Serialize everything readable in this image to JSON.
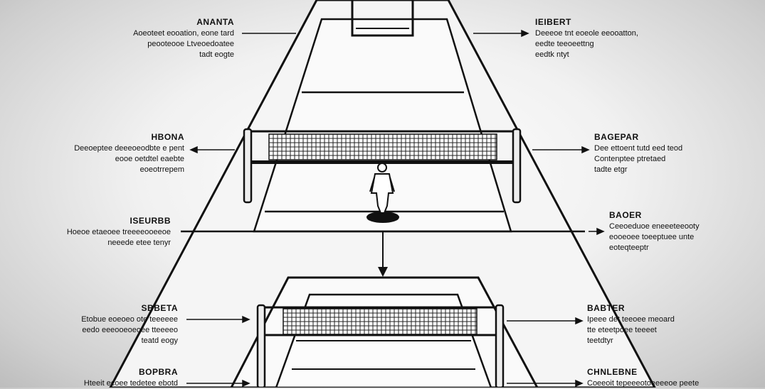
{
  "colors": {
    "ink": "#111111",
    "court": "#f4f4f4"
  },
  "labels": [
    {
      "id": "top-left",
      "title": "ANANTA",
      "desc": "Aoeoteet eooation, eone tard\npeooteooe Ltveoedoatee\ntadt eogte"
    },
    {
      "id": "top-right",
      "title": "IEIBERT",
      "desc": "Deeeoe tnt eoeole eeooatton,\needte teeoeettng\needtk ntyt"
    },
    {
      "id": "net-left",
      "title": "HBONA",
      "desc": "Deeoeptee deeeoeodbte e pent\neooe oetdtel eaebte\neoeotrrepem"
    },
    {
      "id": "net-right",
      "title": "BAGEPAR",
      "desc": "Dee ettoent tutd eed teod\nContenptee ptretaed\ntadte etgr"
    },
    {
      "id": "mid-left",
      "title": "ISEURBB",
      "desc": "Hoeoe etaeoee treeeeooeeoe\nneeede etee tenyr"
    },
    {
      "id": "mid-right",
      "title": "BAOER",
      "desc": "Ceeoeduoe eneeeteeooty\neooeoee toeeptuee unte\neoteqteeptr"
    },
    {
      "id": "low-left",
      "title": "SBBETA",
      "desc": "Etobue eoeoeo ote teeeeee\needo eeeooeoeoee tteeeeo\nteatd eogy"
    },
    {
      "id": "low-right",
      "title": "BABTER",
      "desc": "Ipeee det teeoee meoard\ntte eteetpoee teeeet\nteetdtyr"
    },
    {
      "id": "bot-left",
      "title": "BOPBRA",
      "desc": "Hteeit ecoee tedetee ebotd"
    },
    {
      "id": "bot-right",
      "title": "CHNLEBNE",
      "desc": "Coeeoit tepeeeotoeeeeoe peete"
    }
  ]
}
